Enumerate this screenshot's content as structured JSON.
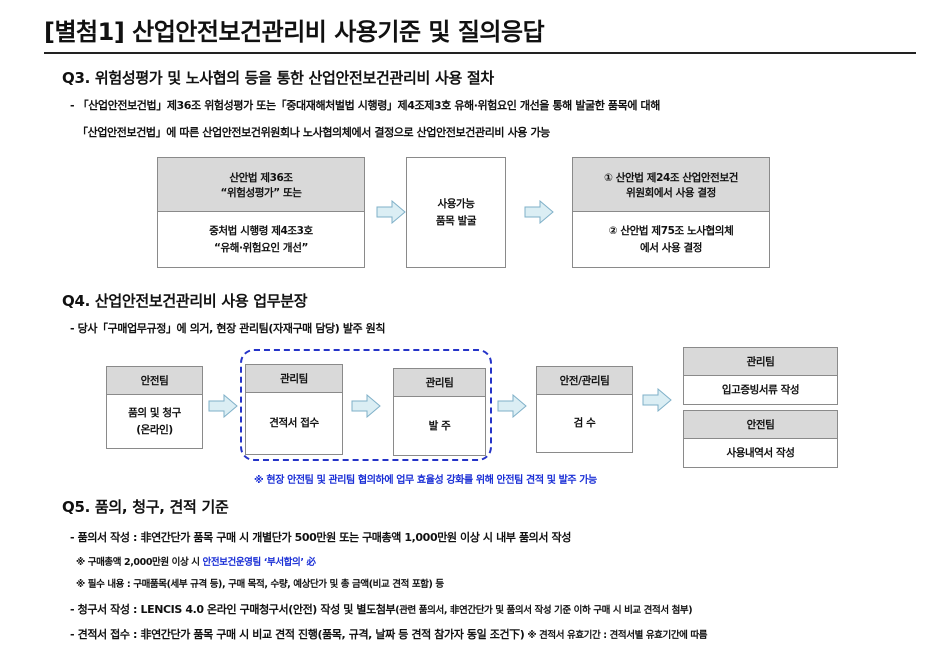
{
  "page_title": "[별첨1] 산업안전보건관리비 사용기준 및 질의응답",
  "q3": {
    "heading": "Q3. 위험성평가 및 노사협의 등을 통한 산업안전보건관리비 사용 절차",
    "line1": "- 「산업안전보건법」제36조 위험성평가 또는「중대재해처벌법 시행령」제4조제3호 유해·위험요인 개선을 통해 발굴한 품목에 대해",
    "line2": "「산업안전보건법」에 따른 산업안전보건위원회나 노사협의체에서 결정으로 산업안전보건관리비 사용 가능",
    "box1_top": [
      "산안법 제36조",
      "“위험성평가” 또는"
    ],
    "box1_bottom": [
      "중처법 시행령 제4조3호",
      "“유해·위험요인 개선”"
    ],
    "box2": [
      "사용가능",
      "품목 발굴"
    ],
    "box3_top": [
      "① 산안법 제24조 산업안전보건",
      "위원회에서 사용 결정"
    ],
    "box3_bottom": [
      "② 산안법 제75조 노사협의체",
      "에서 사용 결정"
    ]
  },
  "q4": {
    "heading": "Q4. 산업안전보건관리비 사용 업무분장",
    "line1": "- 당사「구매업무규정」에 의거, 현장 관리팀(자재구매 담당) 발주 원칙",
    "flow": [
      {
        "head": "안전팀",
        "body": [
          "품의 및 청구",
          "(온라인)"
        ]
      },
      {
        "head": "관리팀",
        "body": [
          "견적서 접수"
        ]
      },
      {
        "head": "관리팀",
        "body": [
          "발 주"
        ]
      },
      {
        "head": "안전/관리팀",
        "body": [
          "검 수"
        ]
      }
    ],
    "right_top": {
      "head": "관리팀",
      "body": "입고증빙서류 작성"
    },
    "right_bottom": {
      "head": "안전팀",
      "body": "사용내역서 작성"
    },
    "note": "※ 현장 안전팀 및 관리팀 협의하에 업무 효율성 강화를 위해 안전팀 견적 및 발주 가능"
  },
  "q5": {
    "heading": "Q5. 품의, 청구, 견적 기준",
    "item1": "- 품의서 작성 : 非연간단가 품목 구매 시 개별단가 500만원 또는 구매총액 1,000만원 이상 시 내부 품의서 작성",
    "note1_prefix": "※ 구매총액 2,000만원 이상 시 ",
    "note1_highlight": "안전보건운영팀 ‘부서합의’ 必",
    "note2": "※ 필수 내용 : 구매품목(세부 규격 등), 구매 목적, 수량, 예상단가 및 총 금액(비교 견적 포함) 등",
    "item2_main": "- 청구서 작성 : LENCIS 4.0 온라인 구매청구서(안전) 작성 및 별도첨부",
    "item2_sub": "(관련 품의서, 非연간단가 및 품의서 작성 기준 이하 구매 시 비교 견적서 첨부)",
    "item3_main": "- 견적서 접수 : 非연간단가 품목 구매 시 비교 견적 진행(품목, 규격, 날짜 등 견적 참가자 동일 조건下)",
    "item3_sub": " ※ 견적서 유효기간 : 견적서별 유효기간에 따름"
  },
  "colors": {
    "header_fill": "#d9d9d9",
    "arrow_fill": "#dbeef4",
    "arrow_stroke": "#7fb0c8",
    "dashed_border": "#2433c8",
    "note_blue": "#1a2fd6"
  },
  "icons": [
    "right-arrow-icon"
  ]
}
